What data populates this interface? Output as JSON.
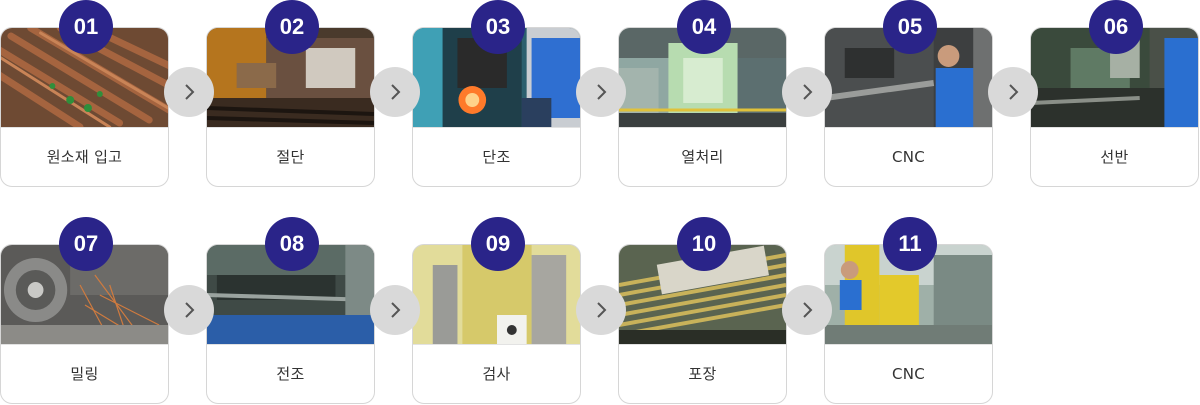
{
  "steps": [
    {
      "number": "01",
      "label": "원소재 입고",
      "photo": "raw-material-bars"
    },
    {
      "number": "02",
      "label": "절단",
      "photo": "cutting-machine"
    },
    {
      "number": "03",
      "label": "단조",
      "photo": "forging-press"
    },
    {
      "number": "04",
      "label": "열처리",
      "photo": "heat-treatment-furnace"
    },
    {
      "number": "05",
      "label": "CNC",
      "photo": "cnc-operator"
    },
    {
      "number": "06",
      "label": "선반",
      "photo": "lathe-operator"
    },
    {
      "number": "07",
      "label": "밀링",
      "photo": "milling-chips"
    },
    {
      "number": "08",
      "label": "전조",
      "photo": "thread-rolling"
    },
    {
      "number": "09",
      "label": "검사",
      "photo": "inspection-machine"
    },
    {
      "number": "10",
      "label": "포장",
      "photo": "packaged-bars"
    },
    {
      "number": "11",
      "label": "CNC",
      "photo": "forklift-warehouse"
    }
  ],
  "colors": {
    "badge": "#2a2489",
    "arrow": "#d9d9d9",
    "border": "#d6d6d6",
    "text": "#333333"
  },
  "icons": {
    "arrow": "chevron-right-icon"
  }
}
